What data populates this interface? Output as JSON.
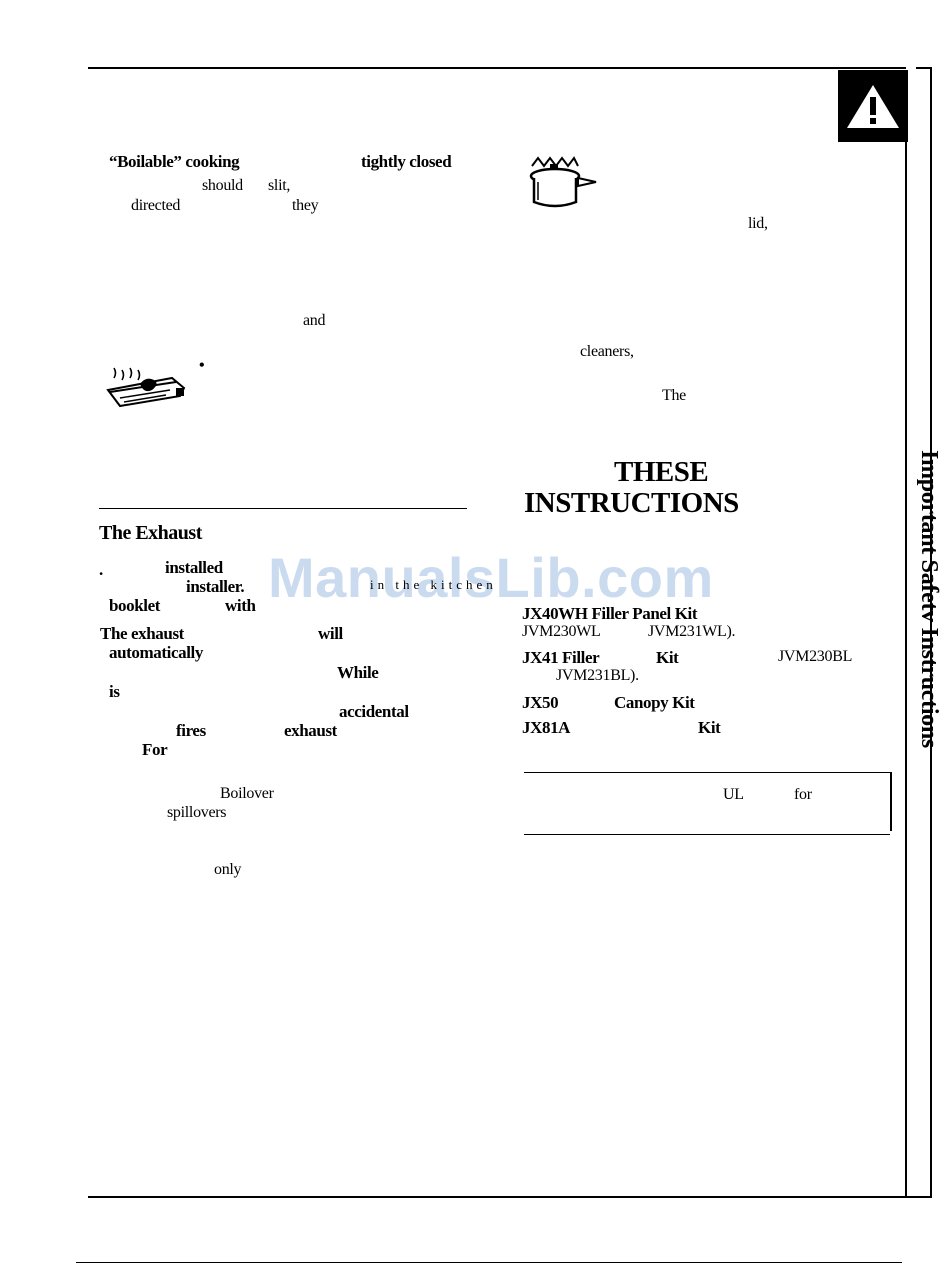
{
  "page": {
    "side_tab_title": "Important Safetv Instructions",
    "watermark": "ManualsLib.com"
  },
  "left_column": {
    "top_line1": {
      "a": "“Boilable” cooking",
      "b": "tightly closed"
    },
    "top_line2": {
      "a": "should",
      "b": "slit,"
    },
    "top_line3": {
      "a": "directed",
      "b": "they"
    },
    "frag_and": "and",
    "bullet": "•",
    "exhaust_heading": "The Exhaust",
    "exhaust_line1": {
      "a": "installed"
    },
    "exhaust_line2": {
      "a": "installer.",
      "b": "in the kitchen"
    },
    "exhaust_line3": {
      "a": "booklet",
      "b": "with"
    },
    "exhaust_line4": {
      "a": "The exhaust",
      "b": "will"
    },
    "exhaust_line5": {
      "a": "automatically"
    },
    "exhaust_line6": {
      "a": "While"
    },
    "exhaust_line7": {
      "a": "is"
    },
    "exhaust_line8": {
      "a": "accidental"
    },
    "exhaust_line9": {
      "a": "fires",
      "b": "exhaust"
    },
    "exhaust_line10": {
      "a": "For"
    },
    "boilover": "Boilover",
    "spillovers": "spillovers",
    "only": "only"
  },
  "right_column": {
    "frag_lid": "lid,",
    "frag_cleaners": "cleaners,",
    "frag_the": "The",
    "save_line1": "THESE",
    "save_line2": "INSTRUCTIONS",
    "kit1": {
      "a": "JX40WH Filler Panel Kit",
      "b1": "JVM230WL",
      "b2": "JVM231WL)."
    },
    "kit2": {
      "a": "JX41 Filler",
      "b": "Kit",
      "c": "JVM230BL",
      "d": "JVM231BL)."
    },
    "kit3": {
      "a": "JX50",
      "b": "Canopy Kit"
    },
    "kit4": {
      "a": "JX81A",
      "b": "Kit"
    },
    "note": {
      "a": "UL",
      "b": "for"
    }
  }
}
